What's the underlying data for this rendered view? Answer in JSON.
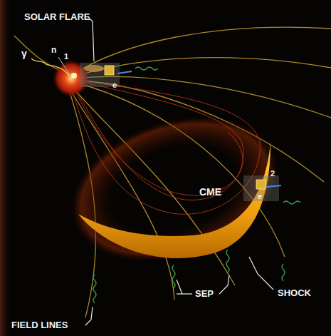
{
  "diagram": {
    "labels": [
      "SOLAR FLARE",
      "γ",
      "n",
      "1",
      "e",
      "CME",
      "2",
      "e",
      "SEP",
      "SHOCK",
      "FIELD LINES"
    ]
  }
}
